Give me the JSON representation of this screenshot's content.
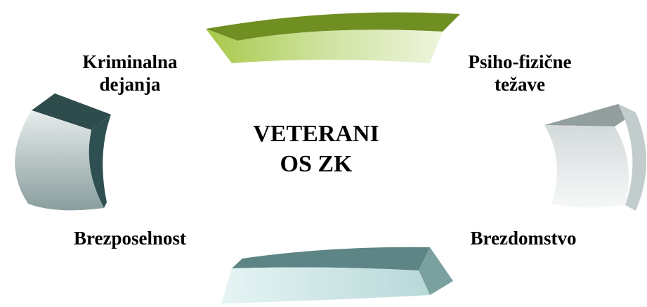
{
  "center": {
    "line1": "VETERANI",
    "line2": "OS ZK"
  },
  "labels": {
    "top_left": {
      "line1": "Kriminalna",
      "line2": "dejanja"
    },
    "top_right": {
      "line1": "Psiho-fizične",
      "line2": "težave"
    },
    "bottom_left": "Brezposelnost",
    "bottom_right": "Brezdomstvo"
  },
  "colors": {
    "top_arrow": "#7a9a2a",
    "left_arrow": "#2f4f4f",
    "right_arrow": "#8c9898",
    "bottom_arrow": "#5f8a8a",
    "text": "#000000"
  }
}
